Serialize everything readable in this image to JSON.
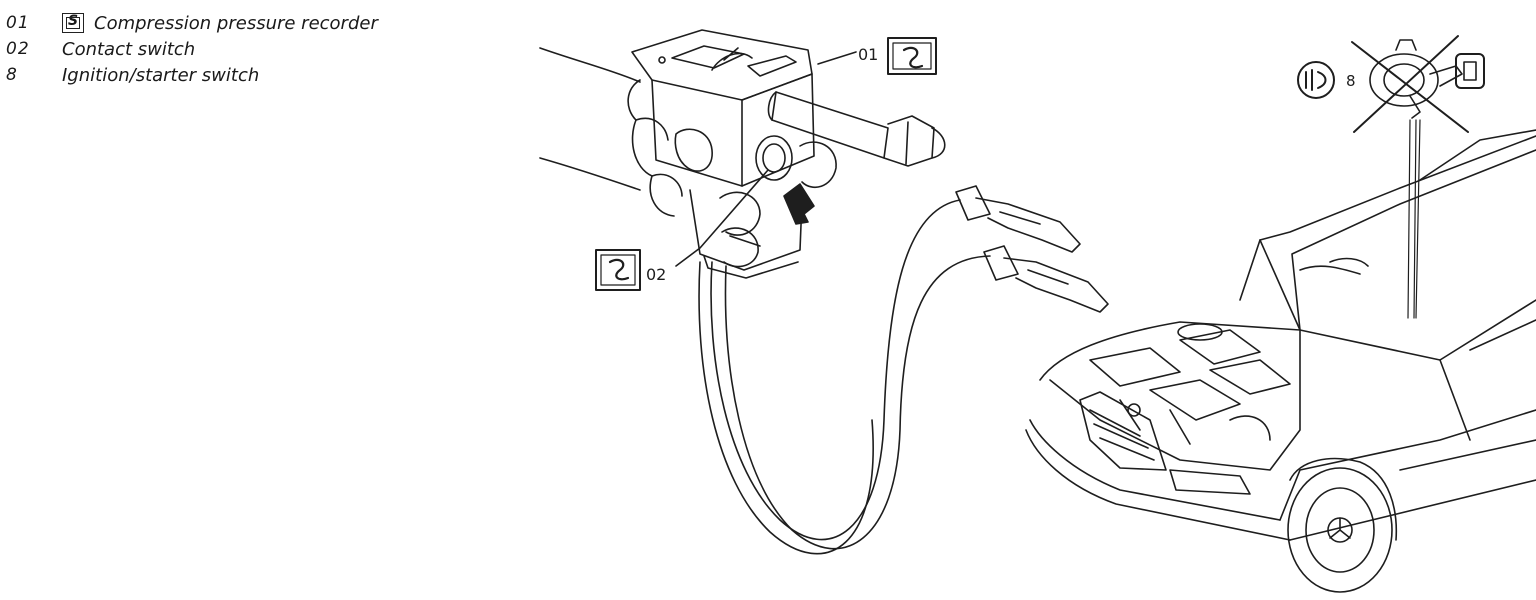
{
  "legend": {
    "items": [
      {
        "num": "01",
        "has_tool_icon": true,
        "label": "Compression pressure recorder"
      },
      {
        "num": "02",
        "has_tool_icon": false,
        "label": "Contact switch"
      },
      {
        "num": "8",
        "has_tool_icon": false,
        "label": "Ignition/starter switch"
      }
    ]
  },
  "callouts": {
    "recorder": "01",
    "contact_switch": "02",
    "ignition": "8"
  },
  "icons": {
    "tool_icon": "special-tool-icon",
    "ignition_prohibited": "crossed-out-key-icon"
  },
  "colors": {
    "line": "#1e1e1e",
    "background": "#ffffff"
  }
}
